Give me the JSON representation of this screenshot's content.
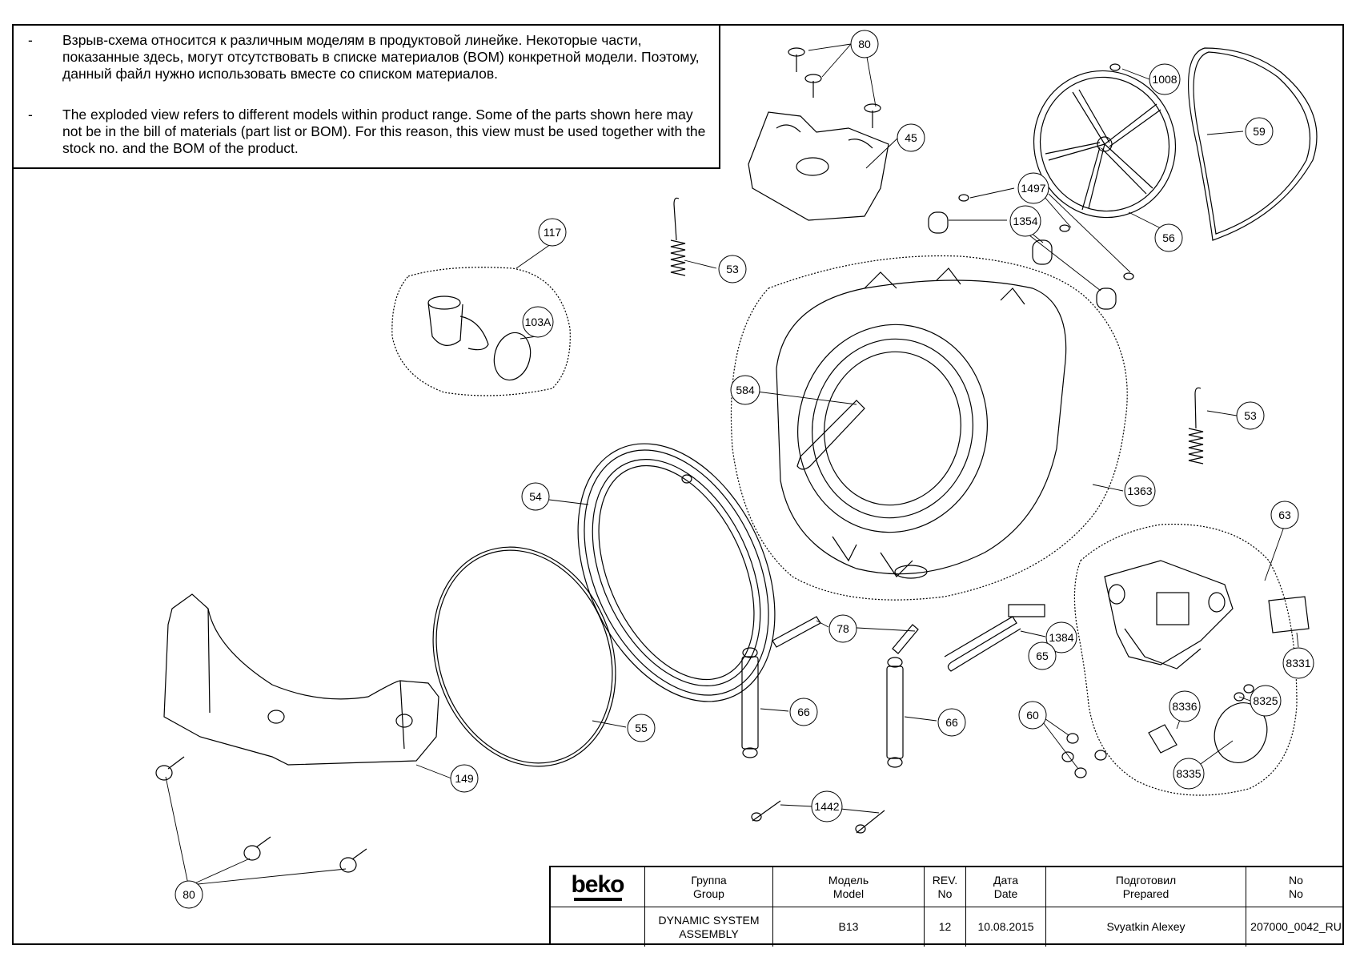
{
  "notes": [
    {
      "dash": "-",
      "text": "Взрыв-схема относится к различным моделям в продуктовой линейке. Некоторые части, показанные здесь, могут отсутствовать в списке материалов (BOM) конкретной модели. Поэтому, данный файл нужно использовать вместе со списком материалов."
    },
    {
      "dash": "-",
      "text": "The exploded view refers to different models within product range. Some of the parts shown here may not be in the bill of materials (part list or BOM). For this reason, this view must be used together with the stock no. and the BOM of the product."
    }
  ],
  "callouts": {
    "c80a": "80",
    "c1008": "1008",
    "c59": "59",
    "c45": "45",
    "c1497": "1497",
    "c1354": "1354",
    "c56": "56",
    "c117": "117",
    "c53a": "53",
    "c103a": "103A",
    "c584": "584",
    "c53b": "53",
    "c1363": "1363",
    "c54": "54",
    "c63": "63",
    "c78": "78",
    "c1384": "1384",
    "c65": "65",
    "c8331": "8331",
    "c66a": "66",
    "c66b": "66",
    "c8336": "8336",
    "c8325": "8325",
    "c60": "60",
    "c55": "55",
    "c8335": "8335",
    "c149": "149",
    "c1442": "1442",
    "c80b": "80"
  },
  "title_block": {
    "logo": "beko",
    "group_label_ru": "Группа",
    "group_label_en": "Group",
    "model_label_ru": "Модель",
    "model_label_en": "Model",
    "rev_label_top": "REV.",
    "rev_label_bottom": "No",
    "date_label_ru": "Дата",
    "date_label_en": "Date",
    "prepared_label_ru": "Подготовил",
    "prepared_label_en": "Prepared",
    "no_label_top": "No",
    "no_label_bottom": "No",
    "group_value_1": "DYNAMIC SYSTEM",
    "group_value_2": "ASSEMBLY",
    "model_value": "B13",
    "rev_value": "12",
    "date_value": "10.08.2015",
    "prepared_value": "Svyatkin Alexey",
    "no_value": "207000_0042_RU"
  }
}
